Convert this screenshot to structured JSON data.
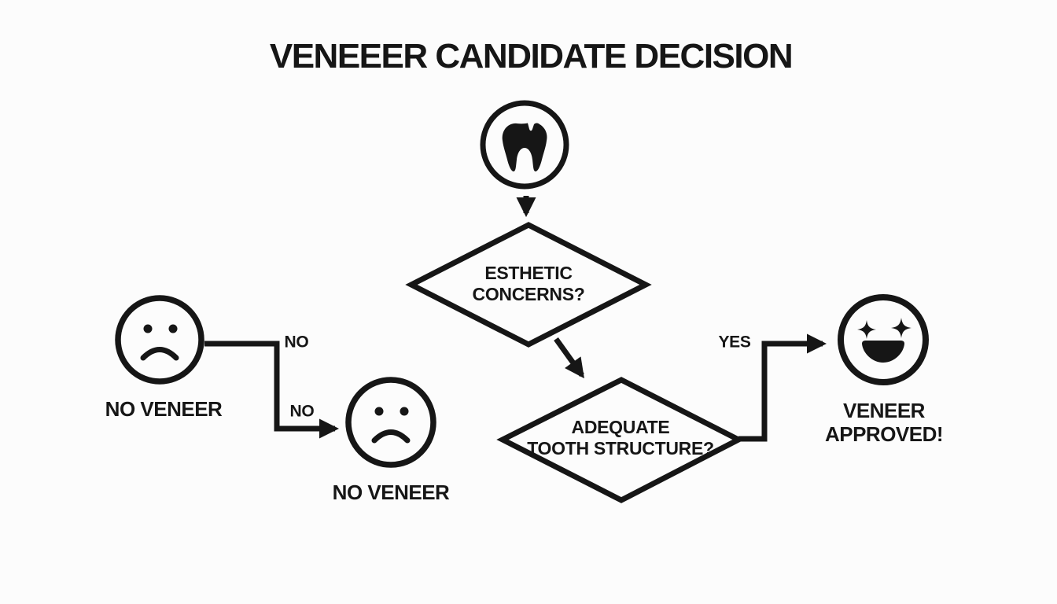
{
  "colors": {
    "ink": "#161616",
    "background": "#fcfcfc"
  },
  "header": {
    "title": "VENEEER CANDIDATE DECISION"
  },
  "flowchart": {
    "start": {
      "icon": "tooth-icon"
    },
    "decisions": {
      "esthetic": {
        "label": "ESTHETIC\nCONCERNS?"
      },
      "structure": {
        "label": "ADEQUATE\nTOOTH STRUCTURE?"
      }
    },
    "edges": {
      "yes_label": "YES",
      "no_label_first": "NO",
      "no_label_second": "NO"
    },
    "outcomes": {
      "approved": {
        "icon": "star-struck-face-icon",
        "label": "VENEER\nAPPROVED!"
      },
      "rejected_first": {
        "icon": "sad-face-icon",
        "label": "NO VENEER"
      },
      "rejected_second": {
        "icon": "sad-face-icon",
        "label": "NO VENEER"
      }
    }
  }
}
